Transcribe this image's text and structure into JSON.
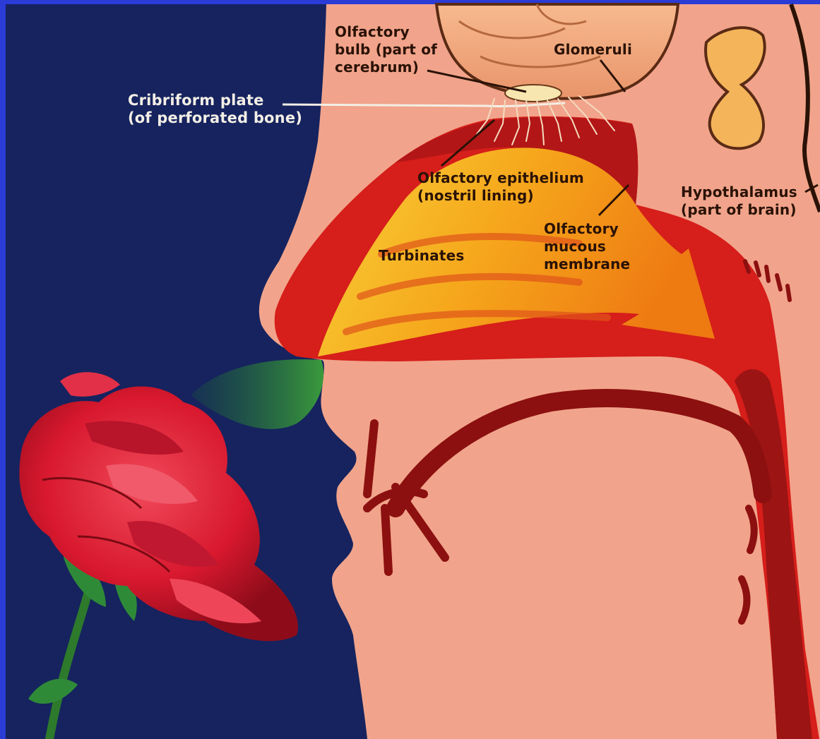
{
  "labels": {
    "olfactory_bulb": "Olfactory\nbulb (part of\ncerebrum)",
    "glomeruli": "Glomeruli",
    "cribriform_plate": "Cribriform plate\n(of perforated bone)",
    "olfactory_epithelium": "Olfactory epithelium\n(nostril lining)",
    "hypothalamus": "Hypothalamus\n(part of brain)",
    "olfactory_mucous_membrane": "Olfactory\nmucous\nmembrane",
    "turbinates": "Turbinates"
  },
  "colors": {
    "background": "#16235e",
    "frame": "#2b3bd6",
    "skin": "#f1a48b",
    "cavity_red": "#d61e1a",
    "dark_red": "#8a1010",
    "scent_yellow": "#f6b21a",
    "brain": "#f3a77e",
    "rose": "#d81830",
    "leaf": "#2f8a38"
  }
}
